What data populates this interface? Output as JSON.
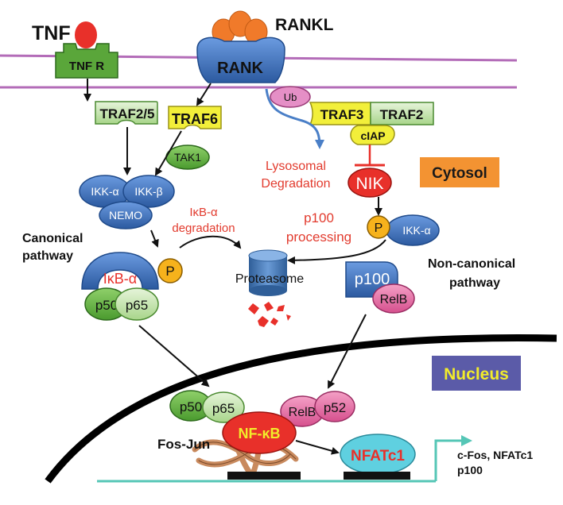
{
  "ligands": {
    "tnf": "TNF",
    "rankl": "RANKL"
  },
  "receptors": {
    "tnfr": "TNF R",
    "rank": "RANK"
  },
  "adaptors": {
    "traf25": "TRAF2/5",
    "traf6": "TRAF6",
    "ub": "Ub",
    "traf3": "TRAF3",
    "traf2": "TRAF2",
    "ciap": "cIAP",
    "tak1": "TAK1"
  },
  "labels": {
    "lysosomal_line1": "Lysosomal",
    "lysosomal_line2": "Degradation",
    "cytosol": "Cytosol",
    "nucleus": "Nucleus",
    "canonical_line1": "Canonical",
    "canonical_line2": "pathway",
    "noncanonical_line1": "Non-canonical",
    "noncanonical_line2": "pathway",
    "ikba_deg_line1": "IκB-α",
    "ikba_deg_line2": "degradation",
    "p100_proc_line1": "p100",
    "p100_proc_line2": "processing",
    "proteasome": "Proteasome",
    "fos_jun": "Fos-Jun",
    "targets_line1": "c-Fos, NFATc1",
    "targets_line2": "p100"
  },
  "ikk": {
    "alpha": "IKK-α",
    "beta": "IKK-β",
    "nemo": "NEMO"
  },
  "nik": {
    "label": "NIK",
    "ikka": "IKK-α",
    "p": "P"
  },
  "canonical_complex": {
    "ikba": "IκB-α",
    "p": "P",
    "p50": "p50",
    "p65": "p65"
  },
  "noncanonical_complex": {
    "p100": "p100",
    "relb": "RelB"
  },
  "nuclear": {
    "p50": "p50",
    "p65": "p65",
    "relb": "RelB",
    "p52": "p52",
    "nfkb": "NF-κB",
    "nfatc1": "NFATc1"
  },
  "colors": {
    "membrane": "#b36cb8",
    "green_receptor": "#5aa63a",
    "blue_protein": "#3d6fb5",
    "yellow": "#f2ef3a",
    "pale_green": "#c9e6b4",
    "pink": "#e46fa6",
    "red": "#e8302a",
    "orange": "#f28c28",
    "cytosol_box": "#f39332",
    "nucleus_box": "#5b5ba8",
    "nucleus_text": "#f2ec2a",
    "teal": "#55c6b6",
    "cyan": "#5fd0e0",
    "red_text": "#e23b2e"
  }
}
